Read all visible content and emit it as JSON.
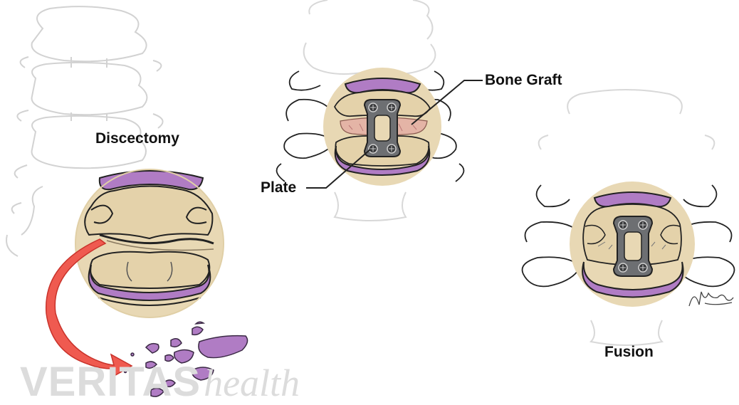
{
  "labels": {
    "discectomy": "Discectomy",
    "bone_graft": "Bone Graft",
    "plate": "Plate",
    "fusion": "Fusion"
  },
  "watermark": {
    "brand": "VERITAS",
    "sub": "health"
  },
  "colors": {
    "bone": "#e8d8b4",
    "disc": "#b07cc4",
    "arrow": "#ef5a50",
    "plate": "#6d6f72",
    "outline": "#222222",
    "faint_outline": "#cfcfcf",
    "graft": "#e4b4a6"
  }
}
